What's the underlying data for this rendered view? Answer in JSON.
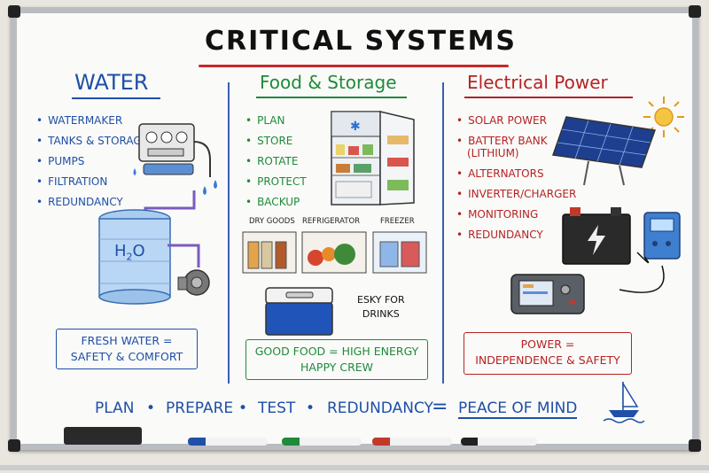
{
  "title": "CRITICAL SYSTEMS",
  "water": {
    "heading": "WATER",
    "items": [
      "WATERMAKER",
      "TANKS & STORAGE",
      "PUMPS",
      "FILTRATION",
      "REDUNDANCY"
    ],
    "tank_label": "H2O",
    "summary_line1": "FRESH WATER =",
    "summary_line2": "SAFETY & COMFORT"
  },
  "food": {
    "heading": "Food & Storage",
    "items": [
      "PLAN",
      "STORE",
      "ROTATE",
      "PROTECT",
      "BACKUP"
    ],
    "cat_dry": "DRY GOODS",
    "cat_fridge": "REFRIGERATOR",
    "cat_freezer": "FREEZER",
    "esky_line1": "ESKY FOR",
    "esky_line2": "DRINKS",
    "summary_line1": "GOOD FOOD = HIGH ENERGY",
    "summary_line2": "HAPPY CREW"
  },
  "power": {
    "heading": "Electrical Power",
    "items": [
      "SOLAR POWER",
      "BATTERY BANK",
      "(LITHIUM)",
      "ALTERNATORS",
      "INVERTER/CHARGER",
      "MONITORING",
      "REDUNDANCY"
    ],
    "summary_line1": "POWER =",
    "summary_line2": "INDEPENDENCE & SAFETY"
  },
  "bottom": {
    "w1": "PLAN",
    "w2": "PREPARE",
    "w3": "TEST",
    "w4": "REDUNDANCY",
    "eq": "=",
    "w5": "PEACE OF MIND"
  },
  "colors": {
    "blue": "#1f4fa8",
    "green": "#1f8a3a",
    "red": "#b52323",
    "frame": "#b9bcc0"
  },
  "icons": [
    "watermaker-icon",
    "water-tank-icon",
    "pump-icon",
    "fridge-icon",
    "cooler-icon",
    "solar-panel-icon",
    "sun-icon",
    "battery-icon",
    "inverter-icon",
    "monitor-icon",
    "sailboat-icon",
    "eraser-icon",
    "marker-icon"
  ]
}
